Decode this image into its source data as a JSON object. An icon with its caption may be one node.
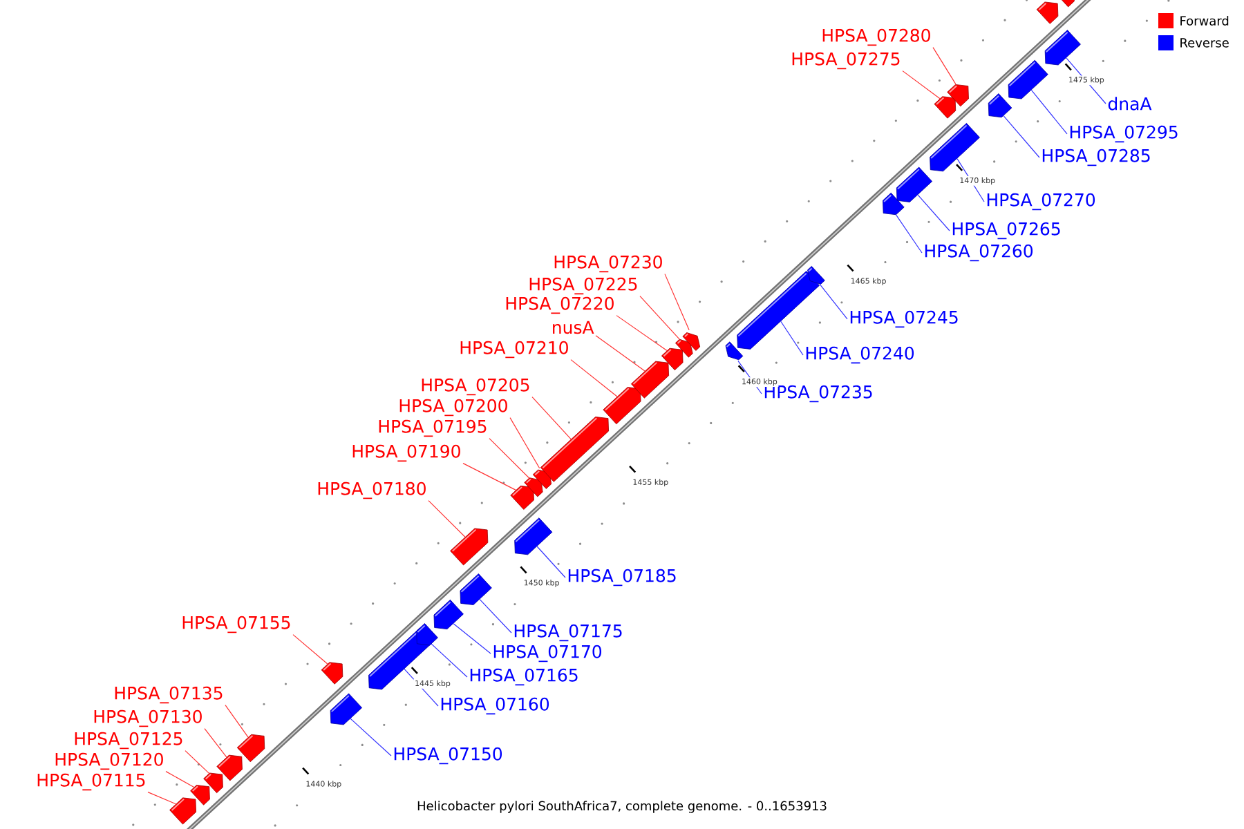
{
  "diagram": {
    "caption": "Helicobacter pylori SouthAfrica7, complete genome. - 0..1653913",
    "nodes": [
      {
        "text": [
          "HPSA_07115"
        ]
      },
      {
        "text": [],
        "shape": "arrow"
      },
      {
        "text": [
          "HPSA_07120"
        ]
      },
      {
        "text": [],
        "shape": "arrow"
      },
      {
        "text": [
          "HPSA_07125"
        ]
      },
      {
        "text": [],
        "shape": "arrow"
      },
      {
        "text": [
          "HPSA_07130"
        ]
      },
      {
        "text": [],
        "shape": "arrow"
      },
      {
        "text": [
          "HPSA_07135"
        ]
      },
      {
        "text": [],
        "shape": "arrow"
      },
      {
        "text": [
          "HPSA_07150"
        ]
      },
      {
        "text": [],
        "shape": "arrow"
      },
      {
        "text": [
          "HPSA_07155"
        ]
      },
      {
        "text": [],
        "shape": "arrow"
      },
      {
        "text": [
          "HPSA_07160"
        ]
      },
      {
        "text": [],
        "shape": "arrow"
      },
      {
        "text": [
          "HPSA_07165"
        ]
      },
      {
        "text": [],
        "shape": "arrow"
      },
      {
        "text": [
          "HPSA_07170"
        ]
      },
      {
        "text": [],
        "shape": "arrow"
      },
      {
        "text": [
          "HPSA_07175"
        ]
      },
      {
        "text": [],
        "shape": "arrow"
      },
      {
        "text": [
          "HPSA_07180"
        ]
      },
      {
        "text": [],
        "shape": "arrow"
      },
      {
        "text": [
          "HPSA_07185"
        ]
      },
      {
        "text": [],
        "shape": "arrow"
      },
      {
        "text": [
          "HPSA_07190"
        ]
      },
      {
        "text": [],
        "shape": "arrow"
      },
      {
        "text": [
          "HPSA_07195"
        ]
      },
      {
        "text": [],
        "shape": "arrow"
      },
      {
        "text": [
          "HPSA_07200"
        ]
      },
      {
        "text": [],
        "shape": "arrow"
      },
      {
        "text": [
          "HPSA_07205"
        ]
      },
      {
        "text": [],
        "shape": "arrow"
      },
      {
        "text": [
          "HPSA_07210"
        ]
      },
      {
        "text": [],
        "shape": "arrow"
      },
      {
        "text": [
          "nusA"
        ]
      },
      {
        "text": [],
        "shape": "arrow"
      },
      {
        "text": [
          "HPSA_07220"
        ]
      },
      {
        "text": [],
        "shape": "arrow"
      },
      {
        "text": [
          "HPSA_07225"
        ]
      },
      {
        "text": [],
        "shape": "arrow"
      },
      {
        "text": [
          "HPSA_07230"
        ]
      },
      {
        "text": [],
        "shape": "arrow"
      },
      {
        "text": [
          "HPSA_07235"
        ]
      },
      {
        "text": [],
        "shape": "arrow"
      },
      {
        "text": [
          "HPSA_07240"
        ]
      },
      {
        "text": [],
        "shape": "arrow"
      },
      {
        "text": [
          "HPSA_07245"
        ]
      },
      {
        "text": [],
        "shape": "arrow"
      },
      {
        "text": [
          "HPSA_07260"
        ]
      },
      {
        "text": [],
        "shape": "arrow"
      },
      {
        "text": [
          "HPSA_07265"
        ]
      },
      {
        "text": [],
        "shape": "arrow"
      },
      {
        "text": [
          "HPSA_07270"
        ]
      },
      {
        "text": [],
        "shape": "arrow"
      },
      {
        "text": [
          "HPSA_07275"
        ]
      },
      {
        "text": [],
        "shape": "arrow"
      },
      {
        "text": [
          "HPSA_07280"
        ]
      },
      {
        "text": [],
        "shape": "arrow"
      },
      {
        "text": [
          "HPSA_07285"
        ]
      },
      {
        "text": [],
        "shape": "arrow"
      },
      {
        "text": [
          "HPSA_07295"
        ]
      },
      {
        "text": [],
        "shape": "arrow"
      },
      {
        "text": [
          "dnaA"
        ]
      },
      {
        "text": [],
        "shape": "arrow"
      },
      {
        "text": [],
        "shape": "arrow"
      },
      {
        "text": [],
        "shape": "arrow"
      }
    ],
    "edges": [
      {
        "from": 0,
        "to": 1,
        "arrow": "none",
        "color": "#ff3333"
      },
      {
        "from": 2,
        "to": 3,
        "arrow": "none",
        "color": "#ff3333"
      },
      {
        "from": 4,
        "to": 5,
        "arrow": "none",
        "color": "#ff3333"
      },
      {
        "from": 6,
        "to": 7,
        "arrow": "none",
        "color": "#ff3333"
      },
      {
        "from": 8,
        "to": 9,
        "arrow": "none",
        "color": "#ff3333"
      },
      {
        "from": 10,
        "to": 11,
        "arrow": "none",
        "color": "#3333ff"
      },
      {
        "from": 12,
        "to": 13,
        "arrow": "none",
        "color": "#ff3333"
      },
      {
        "from": 14,
        "to": 15,
        "arrow": "none",
        "color": "#3333ff"
      },
      {
        "from": 16,
        "to": 17,
        "arrow": "none",
        "color": "#3333ff"
      },
      {
        "from": 18,
        "to": 19,
        "arrow": "none",
        "color": "#3333ff"
      },
      {
        "from": 20,
        "to": 21,
        "arrow": "none",
        "color": "#3333ff"
      },
      {
        "from": 22,
        "to": 23,
        "arrow": "none",
        "color": "#ff3333"
      },
      {
        "from": 24,
        "to": 25,
        "arrow": "none",
        "color": "#3333ff"
      },
      {
        "from": 26,
        "to": 27,
        "arrow": "none",
        "color": "#ff3333"
      },
      {
        "from": 28,
        "to": 29,
        "arrow": "none",
        "color": "#ff3333"
      },
      {
        "from": 30,
        "to": 31,
        "arrow": "none",
        "color": "#ff3333"
      },
      {
        "from": 32,
        "to": 33,
        "arrow": "none",
        "color": "#ff3333"
      },
      {
        "from": 34,
        "to": 35,
        "arrow": "none",
        "color": "#ff3333"
      },
      {
        "from": 36,
        "to": 37,
        "arrow": "none",
        "color": "#ff3333"
      },
      {
        "from": 38,
        "to": 39,
        "arrow": "none",
        "color": "#ff3333"
      },
      {
        "from": 40,
        "to": 41,
        "arrow": "none",
        "color": "#ff3333"
      },
      {
        "from": 42,
        "to": 43,
        "arrow": "none",
        "color": "#ff3333"
      },
      {
        "from": 44,
        "to": 45,
        "arrow": "none",
        "color": "#3333ff"
      },
      {
        "from": 46,
        "to": 47,
        "arrow": "none",
        "color": "#3333ff"
      },
      {
        "from": 48,
        "to": 49,
        "arrow": "none",
        "color": "#3333ff"
      },
      {
        "from": 50,
        "to": 51,
        "arrow": "none",
        "color": "#3333ff"
      },
      {
        "from": 52,
        "to": 53,
        "arrow": "none",
        "color": "#3333ff"
      },
      {
        "from": 54,
        "to": 55,
        "arrow": "none",
        "color": "#3333ff"
      },
      {
        "from": 56,
        "to": 57,
        "arrow": "none",
        "color": "#ff3333"
      },
      {
        "from": 58,
        "to": 59,
        "arrow": "none",
        "color": "#ff3333"
      },
      {
        "from": 60,
        "to": 61,
        "arrow": "none",
        "color": "#3333ff"
      },
      {
        "from": 62,
        "to": 63,
        "arrow": "none",
        "color": "#3333ff"
      },
      {
        "from": 64,
        "to": 65,
        "arrow": "none",
        "color": "#3333ff"
      }
    ],
    "labels": [
      "1440 kbp",
      "1445 kbp",
      "1450 kbp",
      "1455 kbp",
      "1460 kbp",
      "1465 kbp",
      "1470 kbp",
      "1475 kbp"
    ],
    "legend": [
      {
        "text": "Forward",
        "color": "#ff0000"
      },
      {
        "text": "Reverse",
        "color": "#0000ff"
      }
    ]
  }
}
